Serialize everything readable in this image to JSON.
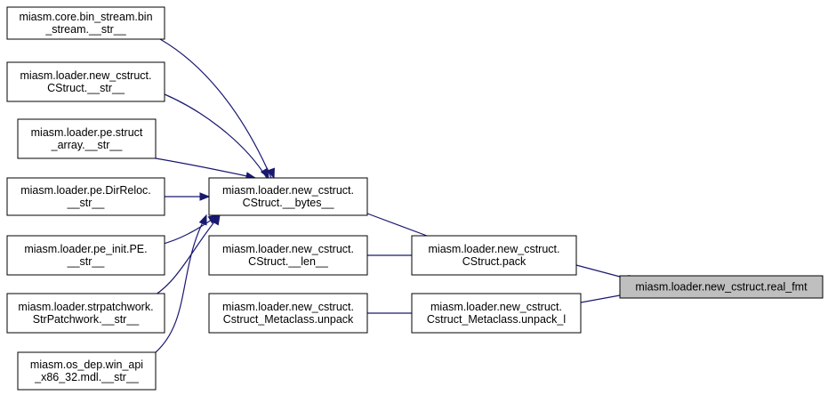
{
  "graph": {
    "colors": {
      "edge": "#191970",
      "node_border": "#000000",
      "target_fill": "#bfbfbf",
      "node_fill": "#ffffff"
    },
    "nodes": [
      {
        "id": "bin_stream_str",
        "lines": [
          "miasm.core.bin_stream.bin",
          "_stream.__str__"
        ]
      },
      {
        "id": "cstruct_str",
        "lines": [
          "miasm.loader.new_cstruct.",
          "CStruct.__str__"
        ]
      },
      {
        "id": "pe_struct_array_str",
        "lines": [
          "miasm.loader.pe.struct",
          "_array.__str__"
        ]
      },
      {
        "id": "pe_dirreloc_str",
        "lines": [
          "miasm.loader.pe.DirReloc.",
          "__str__"
        ]
      },
      {
        "id": "pe_init_pe_str",
        "lines": [
          "miasm.loader.pe_init.PE.",
          "__str__"
        ]
      },
      {
        "id": "strpatchwork_str",
        "lines": [
          "miasm.loader.strpatchwork.",
          "StrPatchwork.__str__"
        ]
      },
      {
        "id": "win_api_mdl_str",
        "lines": [
          "miasm.os_dep.win_api",
          "_x86_32.mdl.__str__"
        ]
      },
      {
        "id": "cstruct_bytes",
        "lines": [
          "miasm.loader.new_cstruct.",
          "CStruct.__bytes__"
        ]
      },
      {
        "id": "cstruct_len",
        "lines": [
          "miasm.loader.new_cstruct.",
          "CStruct.__len__"
        ]
      },
      {
        "id": "metaclass_unpack",
        "lines": [
          "miasm.loader.new_cstruct.",
          "Cstruct_Metaclass.unpack"
        ]
      },
      {
        "id": "cstruct_pack",
        "lines": [
          "miasm.loader.new_cstruct.",
          "CStruct.pack"
        ]
      },
      {
        "id": "metaclass_unpack_l",
        "lines": [
          "miasm.loader.new_cstruct.",
          "Cstruct_Metaclass.unpack_l"
        ]
      },
      {
        "id": "real_fmt",
        "lines": [
          "miasm.loader.new_cstruct.real_fmt"
        ],
        "target": true
      }
    ],
    "edges": [
      {
        "from": "cstruct_bytes",
        "to": "bin_stream_str"
      },
      {
        "from": "cstruct_bytes",
        "to": "cstruct_str"
      },
      {
        "from": "cstruct_bytes",
        "to": "pe_struct_array_str"
      },
      {
        "from": "cstruct_bytes",
        "to": "pe_dirreloc_str"
      },
      {
        "from": "cstruct_bytes",
        "to": "pe_init_pe_str"
      },
      {
        "from": "cstruct_bytes",
        "to": "strpatchwork_str"
      },
      {
        "from": "cstruct_bytes",
        "to": "win_api_mdl_str"
      },
      {
        "from": "cstruct_pack",
        "to": "cstruct_bytes"
      },
      {
        "from": "cstruct_pack",
        "to": "cstruct_len"
      },
      {
        "from": "metaclass_unpack_l",
        "to": "metaclass_unpack"
      },
      {
        "from": "real_fmt",
        "to": "cstruct_pack"
      },
      {
        "from": "real_fmt",
        "to": "metaclass_unpack_l"
      }
    ]
  }
}
